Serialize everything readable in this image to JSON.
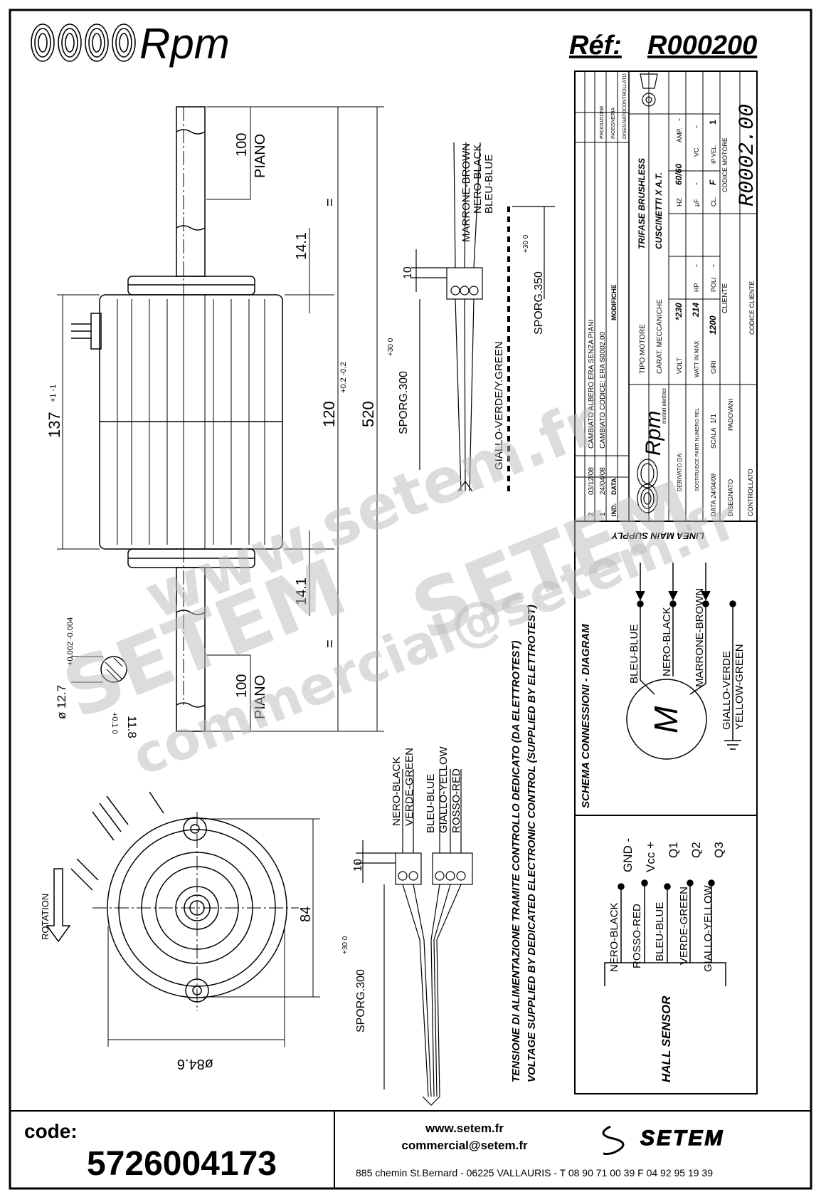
{
  "header": {
    "brand": "Rpm",
    "ref_label": "Réf:",
    "ref_value": "R000200"
  },
  "dimensions": {
    "piano_top_len": "100",
    "piano_top_lbl": "PIANO",
    "piano_bot_len": "100",
    "piano_bot_lbl": "PIANO",
    "flange_top": "14.1",
    "flange_bot": "14.1",
    "equal_top": "=",
    "equal_bot": "=",
    "body_len": "137",
    "body_tol": "+1 -1",
    "core_len": "120",
    "core_tol": "+0.2 -0.2",
    "total_len": "520",
    "shaft_dia": "ø 12.7",
    "shaft_tol": "+0.002 -0.004",
    "flat": "11.8",
    "flat_tol": "+0.1 0",
    "front_height": "84",
    "front_dia": "ø84.6",
    "rotation": "ROTATION"
  },
  "supply_cable": {
    "wires": [
      "MARRONE-BROWN",
      "NERO-BLACK",
      "BLEU-BLUE"
    ],
    "pitch": "10",
    "sporg": "SPORG.300",
    "sporg_tol": "+30 0",
    "ground": "GIALLO-VERDE/Y.GREEN",
    "ground_sporg": "SPORG.350",
    "ground_tol": "+30 0"
  },
  "hall_cable": {
    "wires_a": [
      "NERO-BLACK",
      "VERDE-GREEN"
    ],
    "wires_b": [
      "BLEU-BLUE",
      "GIALLO-YELLOW",
      "ROSSO-RED"
    ],
    "pitch": "10",
    "sporg": "SPORG.300",
    "sporg_tol": "+30 0"
  },
  "notes": {
    "it": "TENSIONE DI ALIMENTAZIONE TRAMITE CONTROLLO DEDICATO (DA ELETTROTEST)",
    "en": "VOLTAGE SUPPLIED BY DEDICATED ELECTRONIC CONTROL (SUPPLIED BY ELETTROTEST)"
  },
  "title_block": {
    "revisions": [
      {
        "ind": "2",
        "date": "03/12/08",
        "text": "CAMBIATO ALBERO ERA SENZA PIANI"
      },
      {
        "ind": "1",
        "date": "24/04/08",
        "text": "CAMBIATO CODICE: ERA S0002.00"
      }
    ],
    "rev_headers": [
      "IND.",
      "DATA",
      "MODIFICHE"
    ],
    "tipo_motore_label": "TIPO MOTORE",
    "tipo_motore": "TRIFASE BRUSHLESS",
    "carat_label": "CARAT. MECCANICHE",
    "carat": "CUSCINETTI X A.T.",
    "volt_label": "VOLT",
    "volt": "*230",
    "hz_label": "HZ",
    "hz": "60/60",
    "amp_label": "AMP.",
    "amp": "-",
    "watt_label": "WATT IN MAX",
    "watt": "214",
    "hp_label": "HP",
    "hp": "-",
    "uf_label": "µF",
    "uf": "-",
    "vc_label": "VC",
    "vc": "-",
    "giri_label": "GIRI",
    "giri": "1200",
    "poli_label": "POLI",
    "poli": "-",
    "cl_label": "CL.",
    "cl": "F",
    "ip_label": "IP VEL.",
    "ip": "1",
    "codice_motore_label": "CODICE MOTORE",
    "codice_motore": "R0002.00",
    "cliente_label": "CLIENTE",
    "codice_cliente_label": "CODICE CLIENTE",
    "derivato": "DERIVATO DA:",
    "sostituisce": "SOSTITUISCE PARTI NUMERO REL",
    "data_label": "DATA",
    "data": "24/04/08",
    "scala_label": "SCALA",
    "scala": "1/1",
    "disegnato_label": "DISEGNATO",
    "disegnato": "PADOVANI",
    "controllato_label": "CONTROLLATO",
    "sign_labels": [
      "DISEGNATO",
      "CONTROLLATO",
      "INGEGNERIA",
      "PRODUZIONE"
    ],
    "brand_small": "Rpm",
    "brand_sub": "motori elettrici"
  },
  "connection_diagram": {
    "title": "SCHEMA CONNESSIONI - DIAGRAM",
    "supply": "LINEA MAIN SUPPLY",
    "wires": [
      "BLEU-BLUE",
      "NERO-BLACK",
      "MARRONE-BROWN"
    ],
    "ground": [
      "GIALLO-VERDE",
      "YELLOW-GREEN"
    ],
    "motor": "M"
  },
  "hall_sensor": {
    "title": "HALL SENSOR",
    "wires": [
      "NERO-BLACK",
      "ROSSO-RED",
      "BLEU-BLUE",
      "VERDE-GREEN",
      "GIALLO-YELLOW"
    ],
    "signals": [
      "GND -",
      "Vcc +",
      "Q1",
      "Q2",
      "Q3"
    ]
  },
  "footer": {
    "code_label": "code:",
    "code_value": "5726004173",
    "web": "www.setem.fr",
    "email": "commercial@setem.fr",
    "address": "885 chemin St.Bernard  -  06225 VALLAURIS  -  T 08 90 71 00 39   F 04 92 95 19 39",
    "setem_logo": "SETEM"
  },
  "watermark": {
    "line1": "www.setem.fr",
    "line2": "SETEM",
    "line3": "commercial@setem.fr"
  }
}
